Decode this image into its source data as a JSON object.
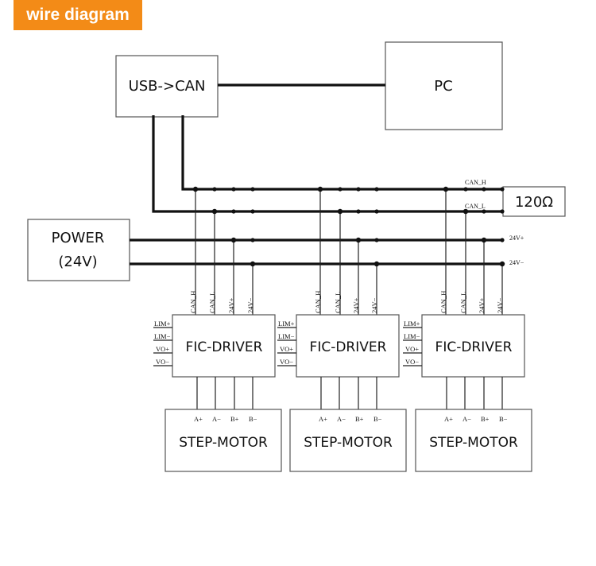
{
  "header": {
    "title": "wire diagram"
  },
  "colors": {
    "badge": "#f38b17",
    "line": "#111111"
  },
  "blocks": {
    "usb_can": "USB->CAN",
    "pc": "PC",
    "power_line1": "POWER",
    "power_line2": "(24V)",
    "terminator": "120Ω"
  },
  "buses": {
    "can_h": "CAN_H",
    "can_l": "CAN_L",
    "v_plus": "24V+",
    "v_minus": "24V−"
  },
  "drivers": [
    {
      "title": "FIC-DRIVER",
      "top_pins": [
        "CAN_H",
        "CAN_L",
        "24V+",
        "24V−"
      ],
      "side_pins": [
        "LIM+",
        "LIM−",
        "VO+",
        "VO−"
      ]
    },
    {
      "title": "FIC-DRIVER",
      "top_pins": [
        "CAN_H",
        "CAN_L",
        "24V+",
        "24V−"
      ],
      "side_pins": [
        "LIM+",
        "LIM−",
        "VO+",
        "VO−"
      ]
    },
    {
      "title": "FIC-DRIVER",
      "top_pins": [
        "CAN_H",
        "CAN_L",
        "24V+",
        "24V−"
      ],
      "side_pins": [
        "LIM+",
        "LIM−",
        "VO+",
        "VO−"
      ]
    }
  ],
  "motors": [
    {
      "title": "STEP-MOTOR",
      "pins": [
        "A+",
        "A−",
        "B+",
        "B−"
      ]
    },
    {
      "title": "STEP-MOTOR",
      "pins": [
        "A+",
        "A−",
        "B+",
        "B−"
      ]
    },
    {
      "title": "STEP-MOTOR",
      "pins": [
        "A+",
        "A−",
        "B+",
        "B−"
      ]
    }
  ]
}
